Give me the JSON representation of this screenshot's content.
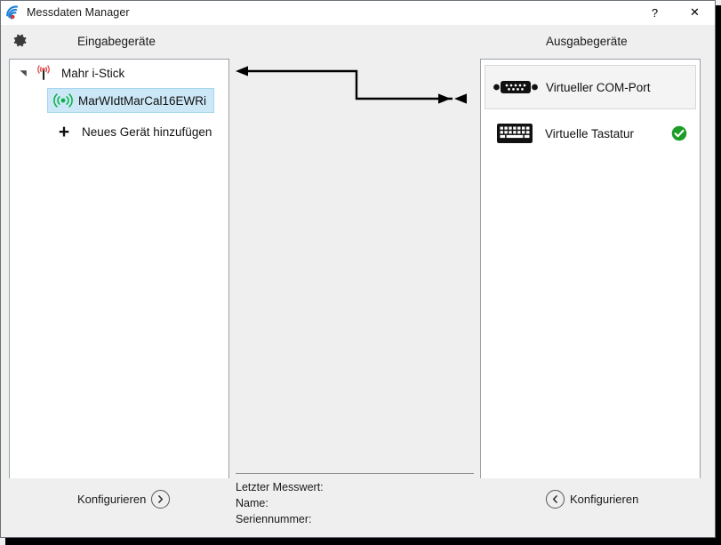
{
  "window": {
    "title": "Messdaten Manager",
    "app_icon": "wifi-signal-icon",
    "help_label": "?",
    "close_label": "✕"
  },
  "header": {
    "gear_icon": "gear-icon",
    "left_title": "Eingabegeräte",
    "right_title": "Ausgabegeräte"
  },
  "input_tree": {
    "root": {
      "label": "Mahr i-Stick",
      "icon": "antenna-signal-icon",
      "expander_icon": "expander-triangle-icon",
      "expanded": true
    },
    "child": {
      "label": "MarWIdtMarCal16EWRi",
      "icon": "wireless-signal-icon",
      "selected": true,
      "selection_color": "#cce8f7"
    },
    "add": {
      "label": "Neues Gerät hinzufügen",
      "icon": "plus-icon"
    }
  },
  "connector": {
    "name": "device-link-arrows",
    "top_arrow_direction": "left",
    "bottom_arrow_direction": "bidirectional"
  },
  "output_devices": [
    {
      "label": "Virtueller COM-Port",
      "icon": "serial-port-icon",
      "status": "",
      "highlighted": true
    },
    {
      "label": "Virtuelle Tastatur",
      "icon": "keyboard-icon",
      "status": "check-circle-icon",
      "status_color": "#1d9d28",
      "highlighted": false
    }
  ],
  "status": {
    "lines": [
      "Letzter Messwert:",
      "Name:",
      "Seriennummer:"
    ]
  },
  "footer": {
    "left_button": {
      "label": "Konfigurieren",
      "icon": "chevron-right-circle-icon"
    },
    "right_button": {
      "label": "Konfigurieren",
      "icon": "chevron-left-circle-icon"
    }
  }
}
